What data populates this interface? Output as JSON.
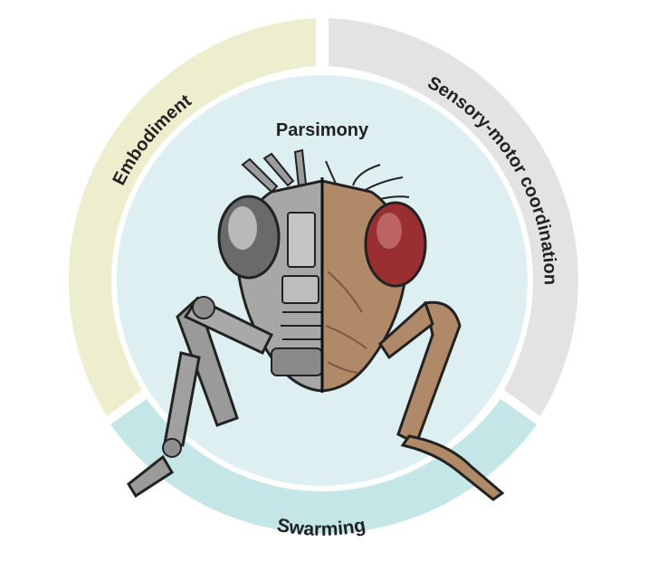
{
  "diagram": {
    "center_label": "Parsimony",
    "ring_segments": [
      {
        "label": "Embodiment",
        "color": "#ECEECD"
      },
      {
        "label": "Sensory-motor coordination",
        "color": "#E3E3E3"
      },
      {
        "label": "Swarming",
        "color": "#C4E6E7"
      }
    ],
    "inner_disc_color": "#DDEFF1",
    "illustration": {
      "left_half": "robotic-fly-head-icon",
      "right_half": "biological-fly-head-icon",
      "robot_color": "#8E8E8E",
      "fly_body_color": "#B08A68",
      "fly_eye_color": "#9A2F32"
    }
  }
}
